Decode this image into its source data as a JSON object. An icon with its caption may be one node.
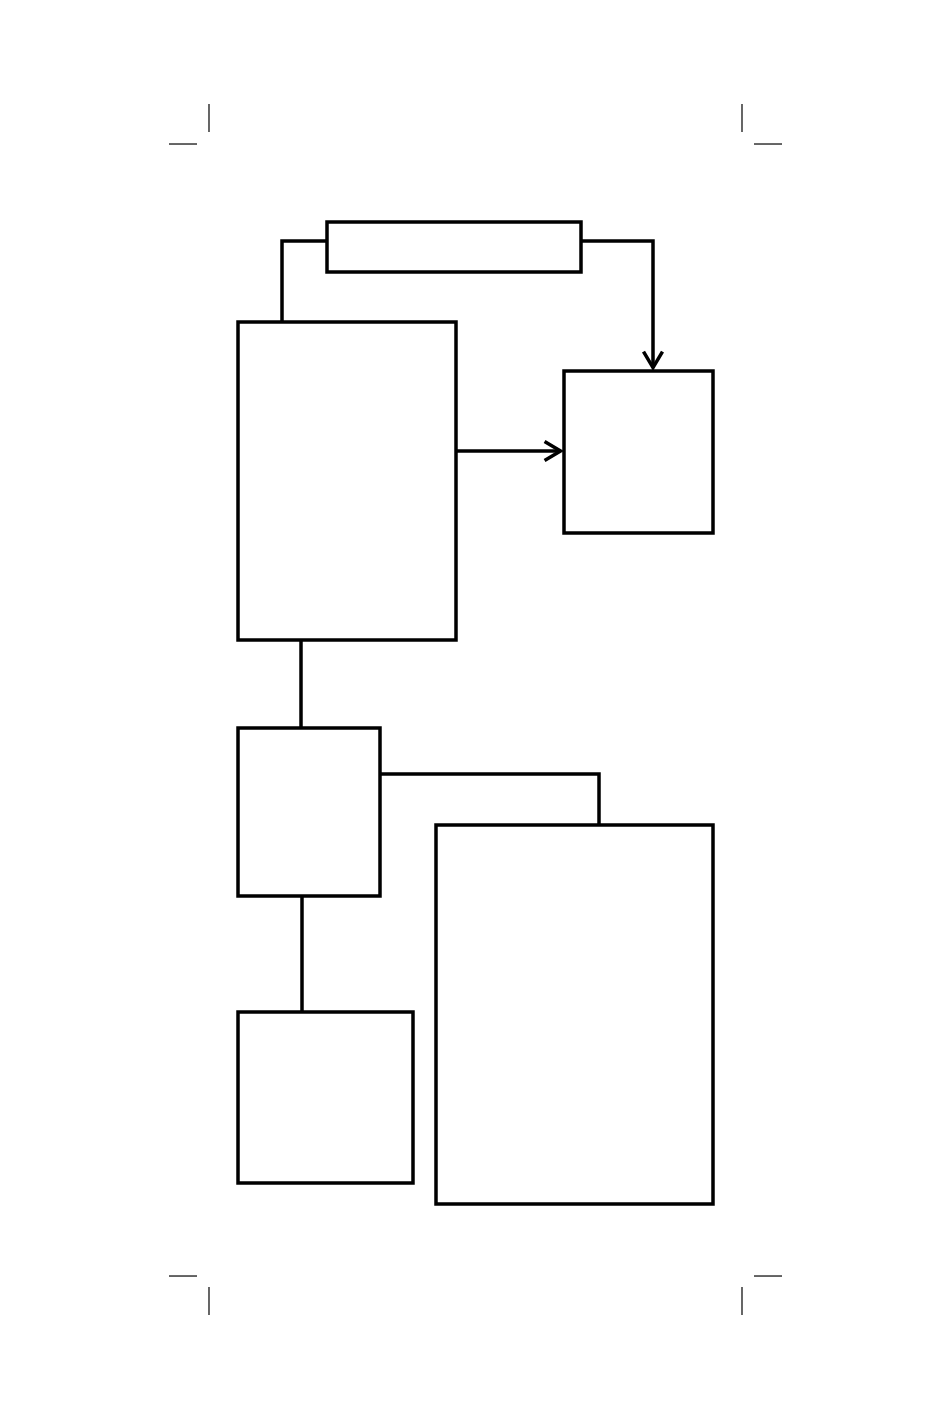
{
  "diagram": {
    "nodes": [
      {
        "text": [],
        "shape": "box"
      },
      {
        "text": [],
        "shape": "box"
      },
      {
        "text": [],
        "shape": "box"
      },
      {
        "text": [],
        "shape": "box"
      },
      {
        "text": [],
        "shape": "box"
      },
      {
        "text": [],
        "shape": "box"
      }
    ],
    "edges": [
      {
        "from": 0,
        "to": 1,
        "arrow": "none"
      },
      {
        "from": 0,
        "to": 2,
        "arrow": "to"
      },
      {
        "from": 1,
        "to": 2,
        "arrow": "to"
      },
      {
        "from": 1,
        "to": 3,
        "arrow": "none"
      },
      {
        "from": 3,
        "to": 4,
        "arrow": "none"
      },
      {
        "from": 3,
        "to": 5,
        "arrow": "none"
      }
    ]
  }
}
